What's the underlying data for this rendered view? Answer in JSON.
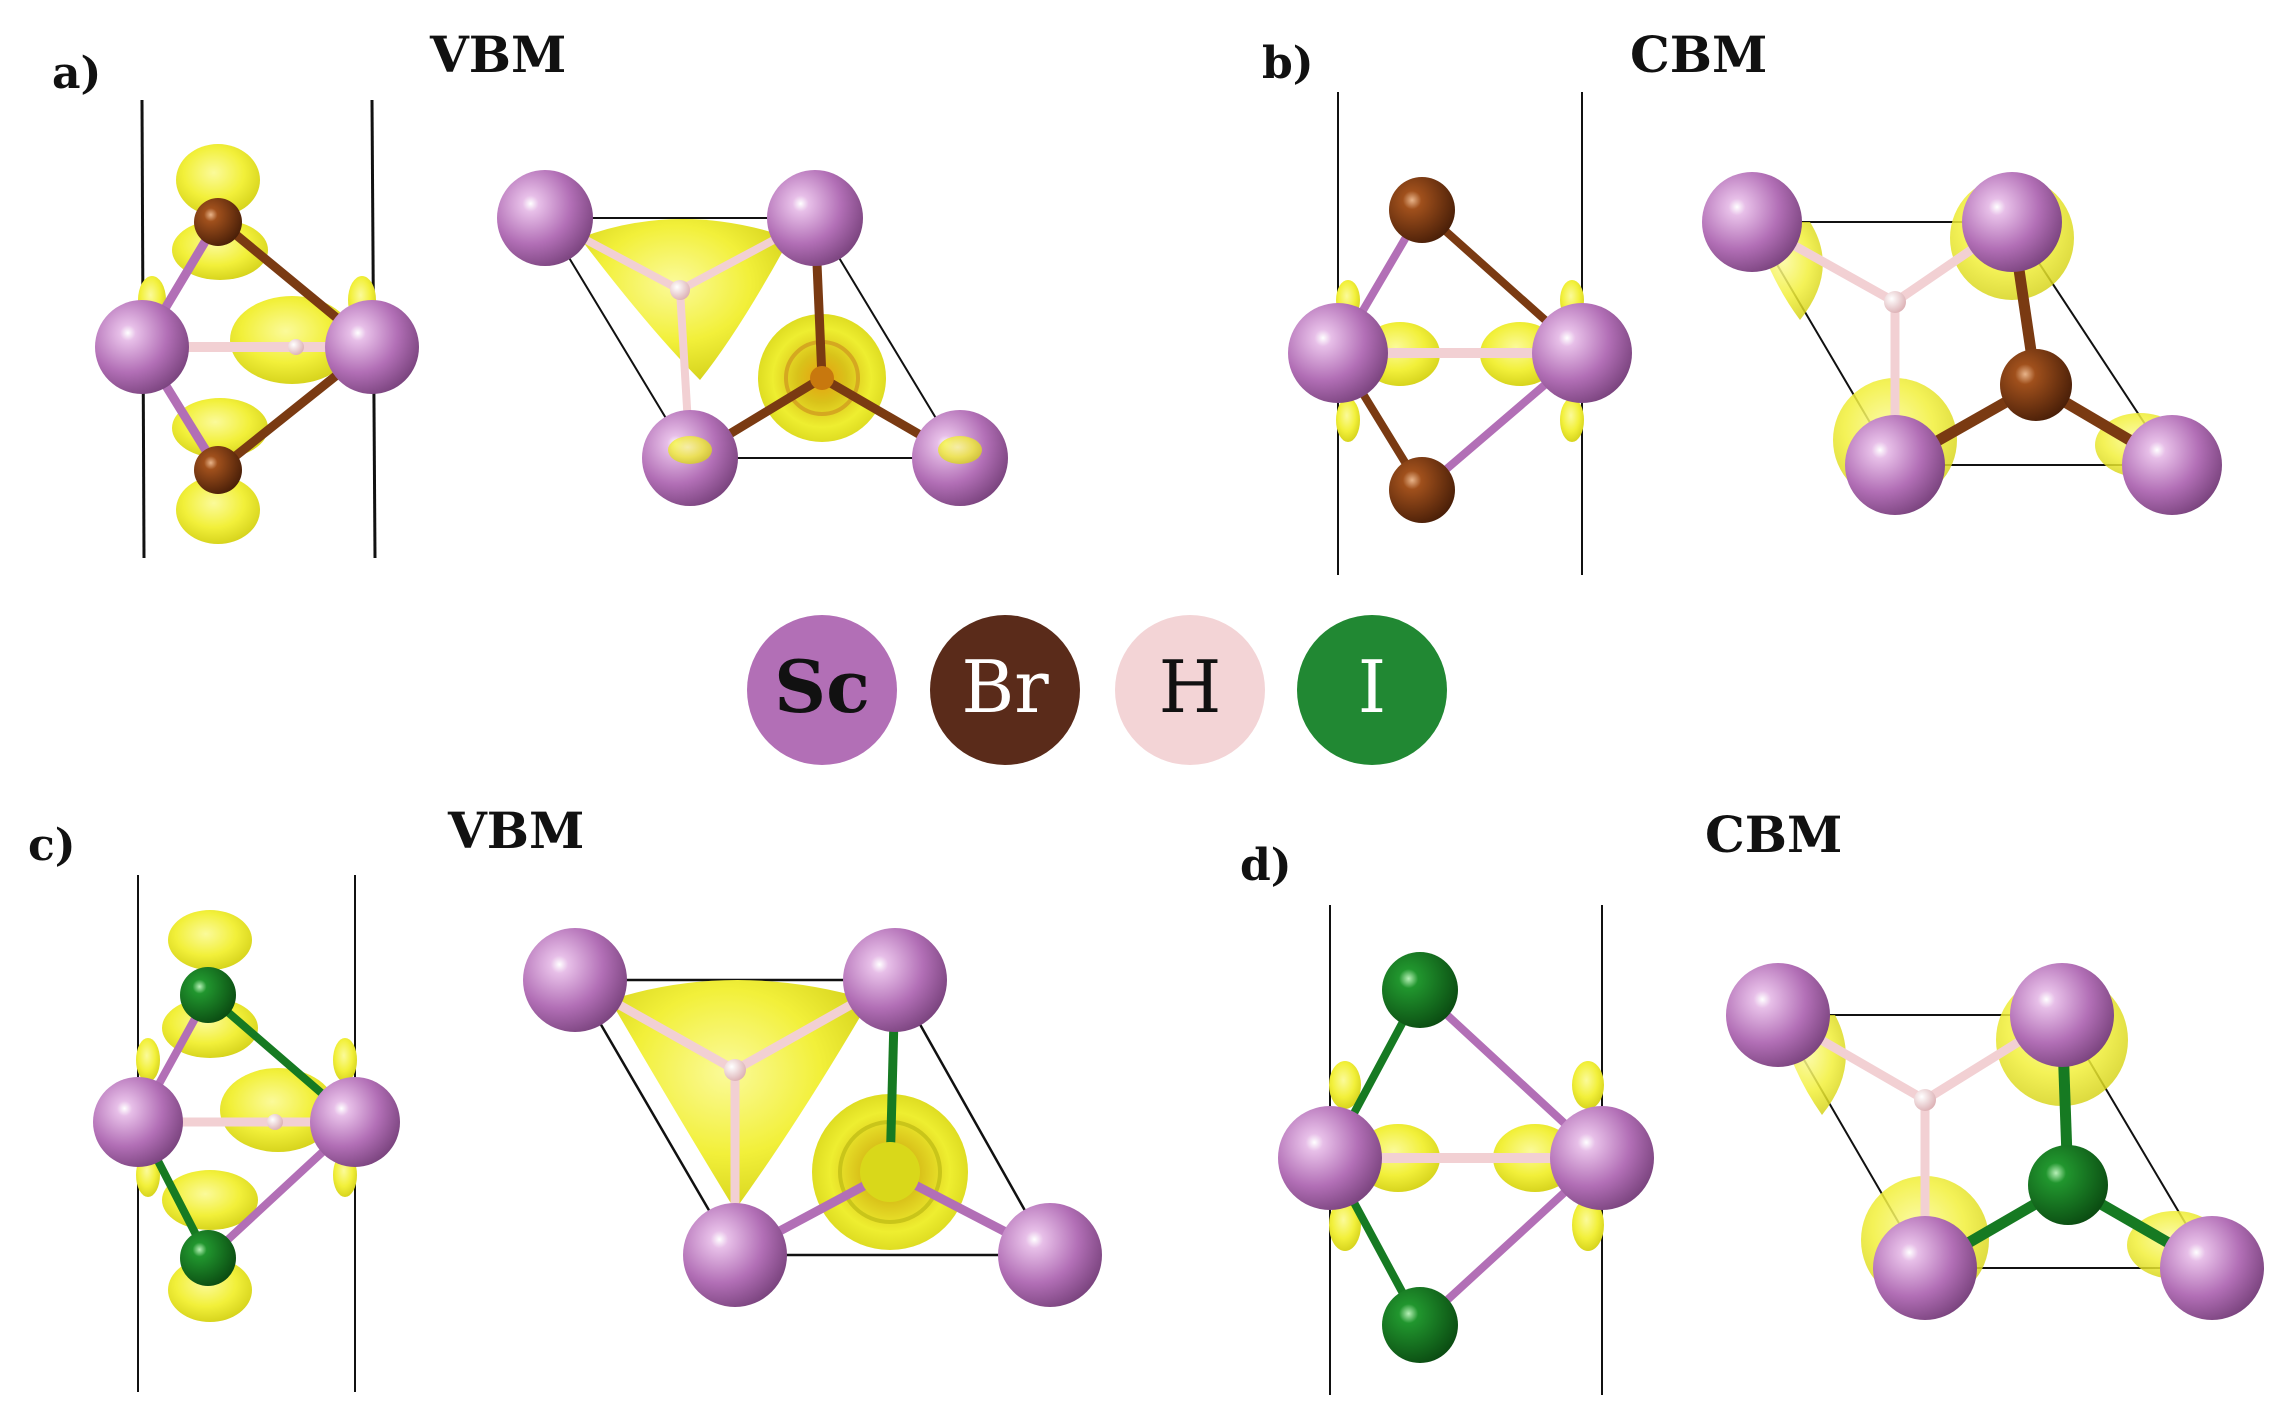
{
  "panels": {
    "a": {
      "label": "a)",
      "state": "VBM",
      "halogen": "Br"
    },
    "b": {
      "label": "b)",
      "state": "CBM",
      "halogen": "Br"
    },
    "c": {
      "label": "c)",
      "state": "VBM",
      "halogen": "I"
    },
    "d": {
      "label": "d)",
      "state": "CBM",
      "halogen": "I"
    }
  },
  "legend": [
    {
      "symbol": "Sc",
      "color": "#b26fb6",
      "text_color": "#111111"
    },
    {
      "symbol": "Br",
      "color": "#5a2b1a",
      "text_color": "#ffffff"
    },
    {
      "symbol": "H",
      "color": "#f3d4d6",
      "text_color": "#111111"
    },
    {
      "symbol": "I",
      "color": "#218833",
      "text_color": "#ffffff"
    }
  ],
  "colors": {
    "Sc": "#b26fb6",
    "Br": "#7a3a12",
    "H": "#f2d0d3",
    "I": "#167a22",
    "isosurface": "#f4f23c",
    "cell_line": "#111111"
  }
}
